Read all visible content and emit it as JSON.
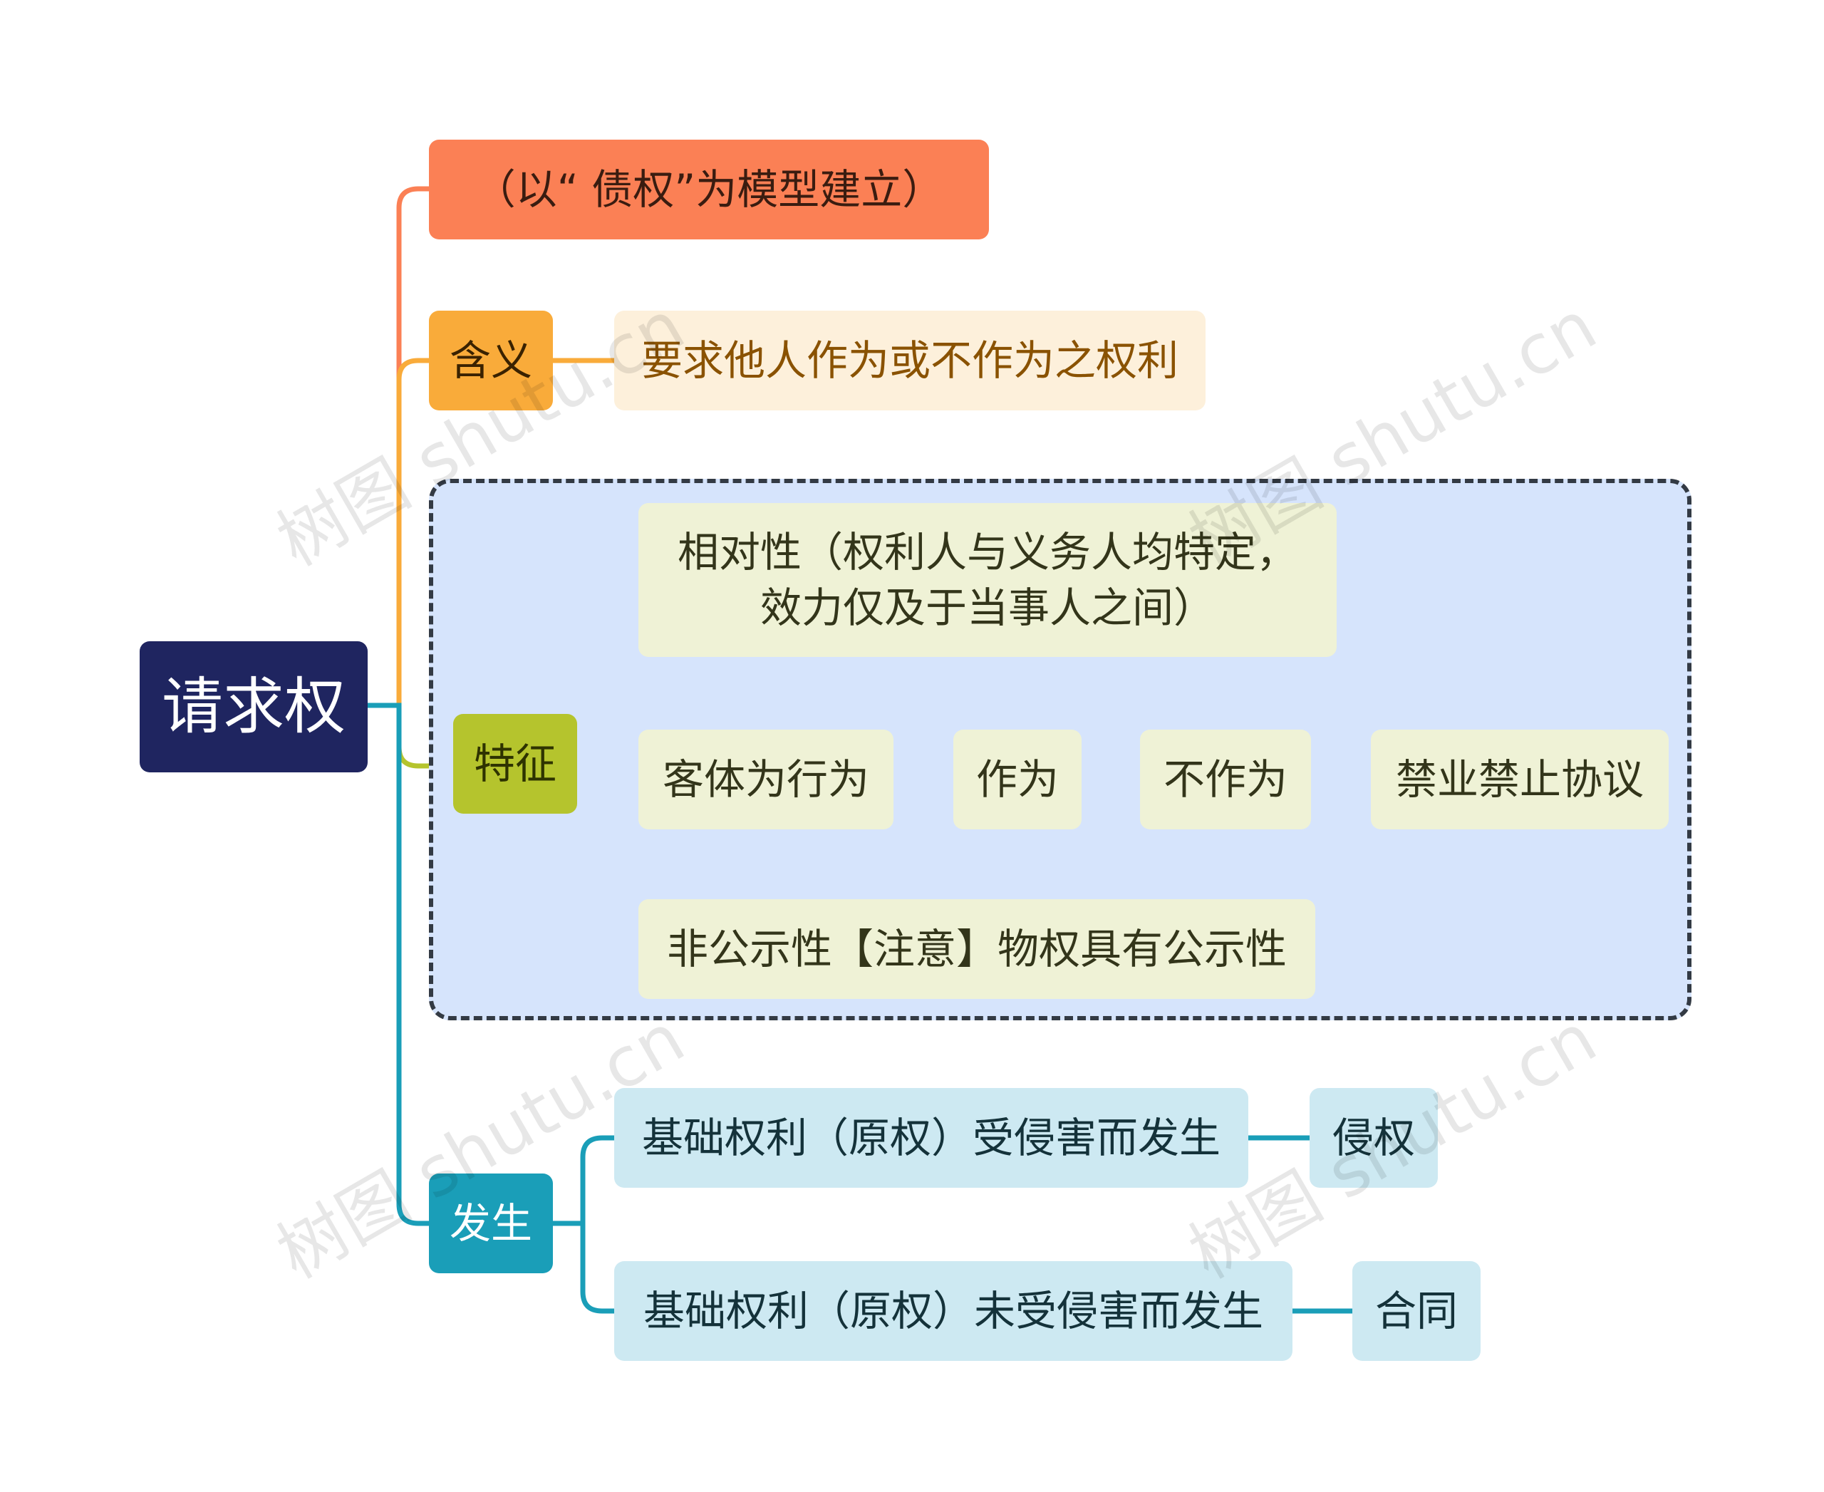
{
  "root": {
    "label": "请求权",
    "color": "#1f2560"
  },
  "branches": {
    "model": {
      "label": "（以“ 债权”为模型建立）",
      "color": "#fb8055"
    },
    "meaning": {
      "label": "含义",
      "color": "#f9ab3a",
      "child": "要求他人作为或不作为之权利",
      "child_color": "#fdf0db",
      "child_text": "#8a5200"
    },
    "features": {
      "label": "特征",
      "color": "#b5c42d",
      "frame_color": "#d6e4fc",
      "child_color": "#eff2d6",
      "relative": {
        "line1": "相对性（权利人与义务人均特定，",
        "line2": "效力仅及于当事人之间）"
      },
      "object": {
        "label": "客体为行为",
        "chain": [
          "作为",
          "不作为",
          "禁业禁止协议"
        ]
      },
      "non_public": "非公示性【注意】物权具有公示性"
    },
    "occurrence": {
      "label": "发生",
      "color": "#1a9eb8",
      "child_color": "#cde9f2",
      "items": [
        {
          "label": "基础权利（原权）受侵害而发生",
          "result": "侵权"
        },
        {
          "label": "基础权利（原权）未受侵害而发生",
          "result": "合同"
        }
      ]
    }
  },
  "watermark": "树图 shutu.cn"
}
